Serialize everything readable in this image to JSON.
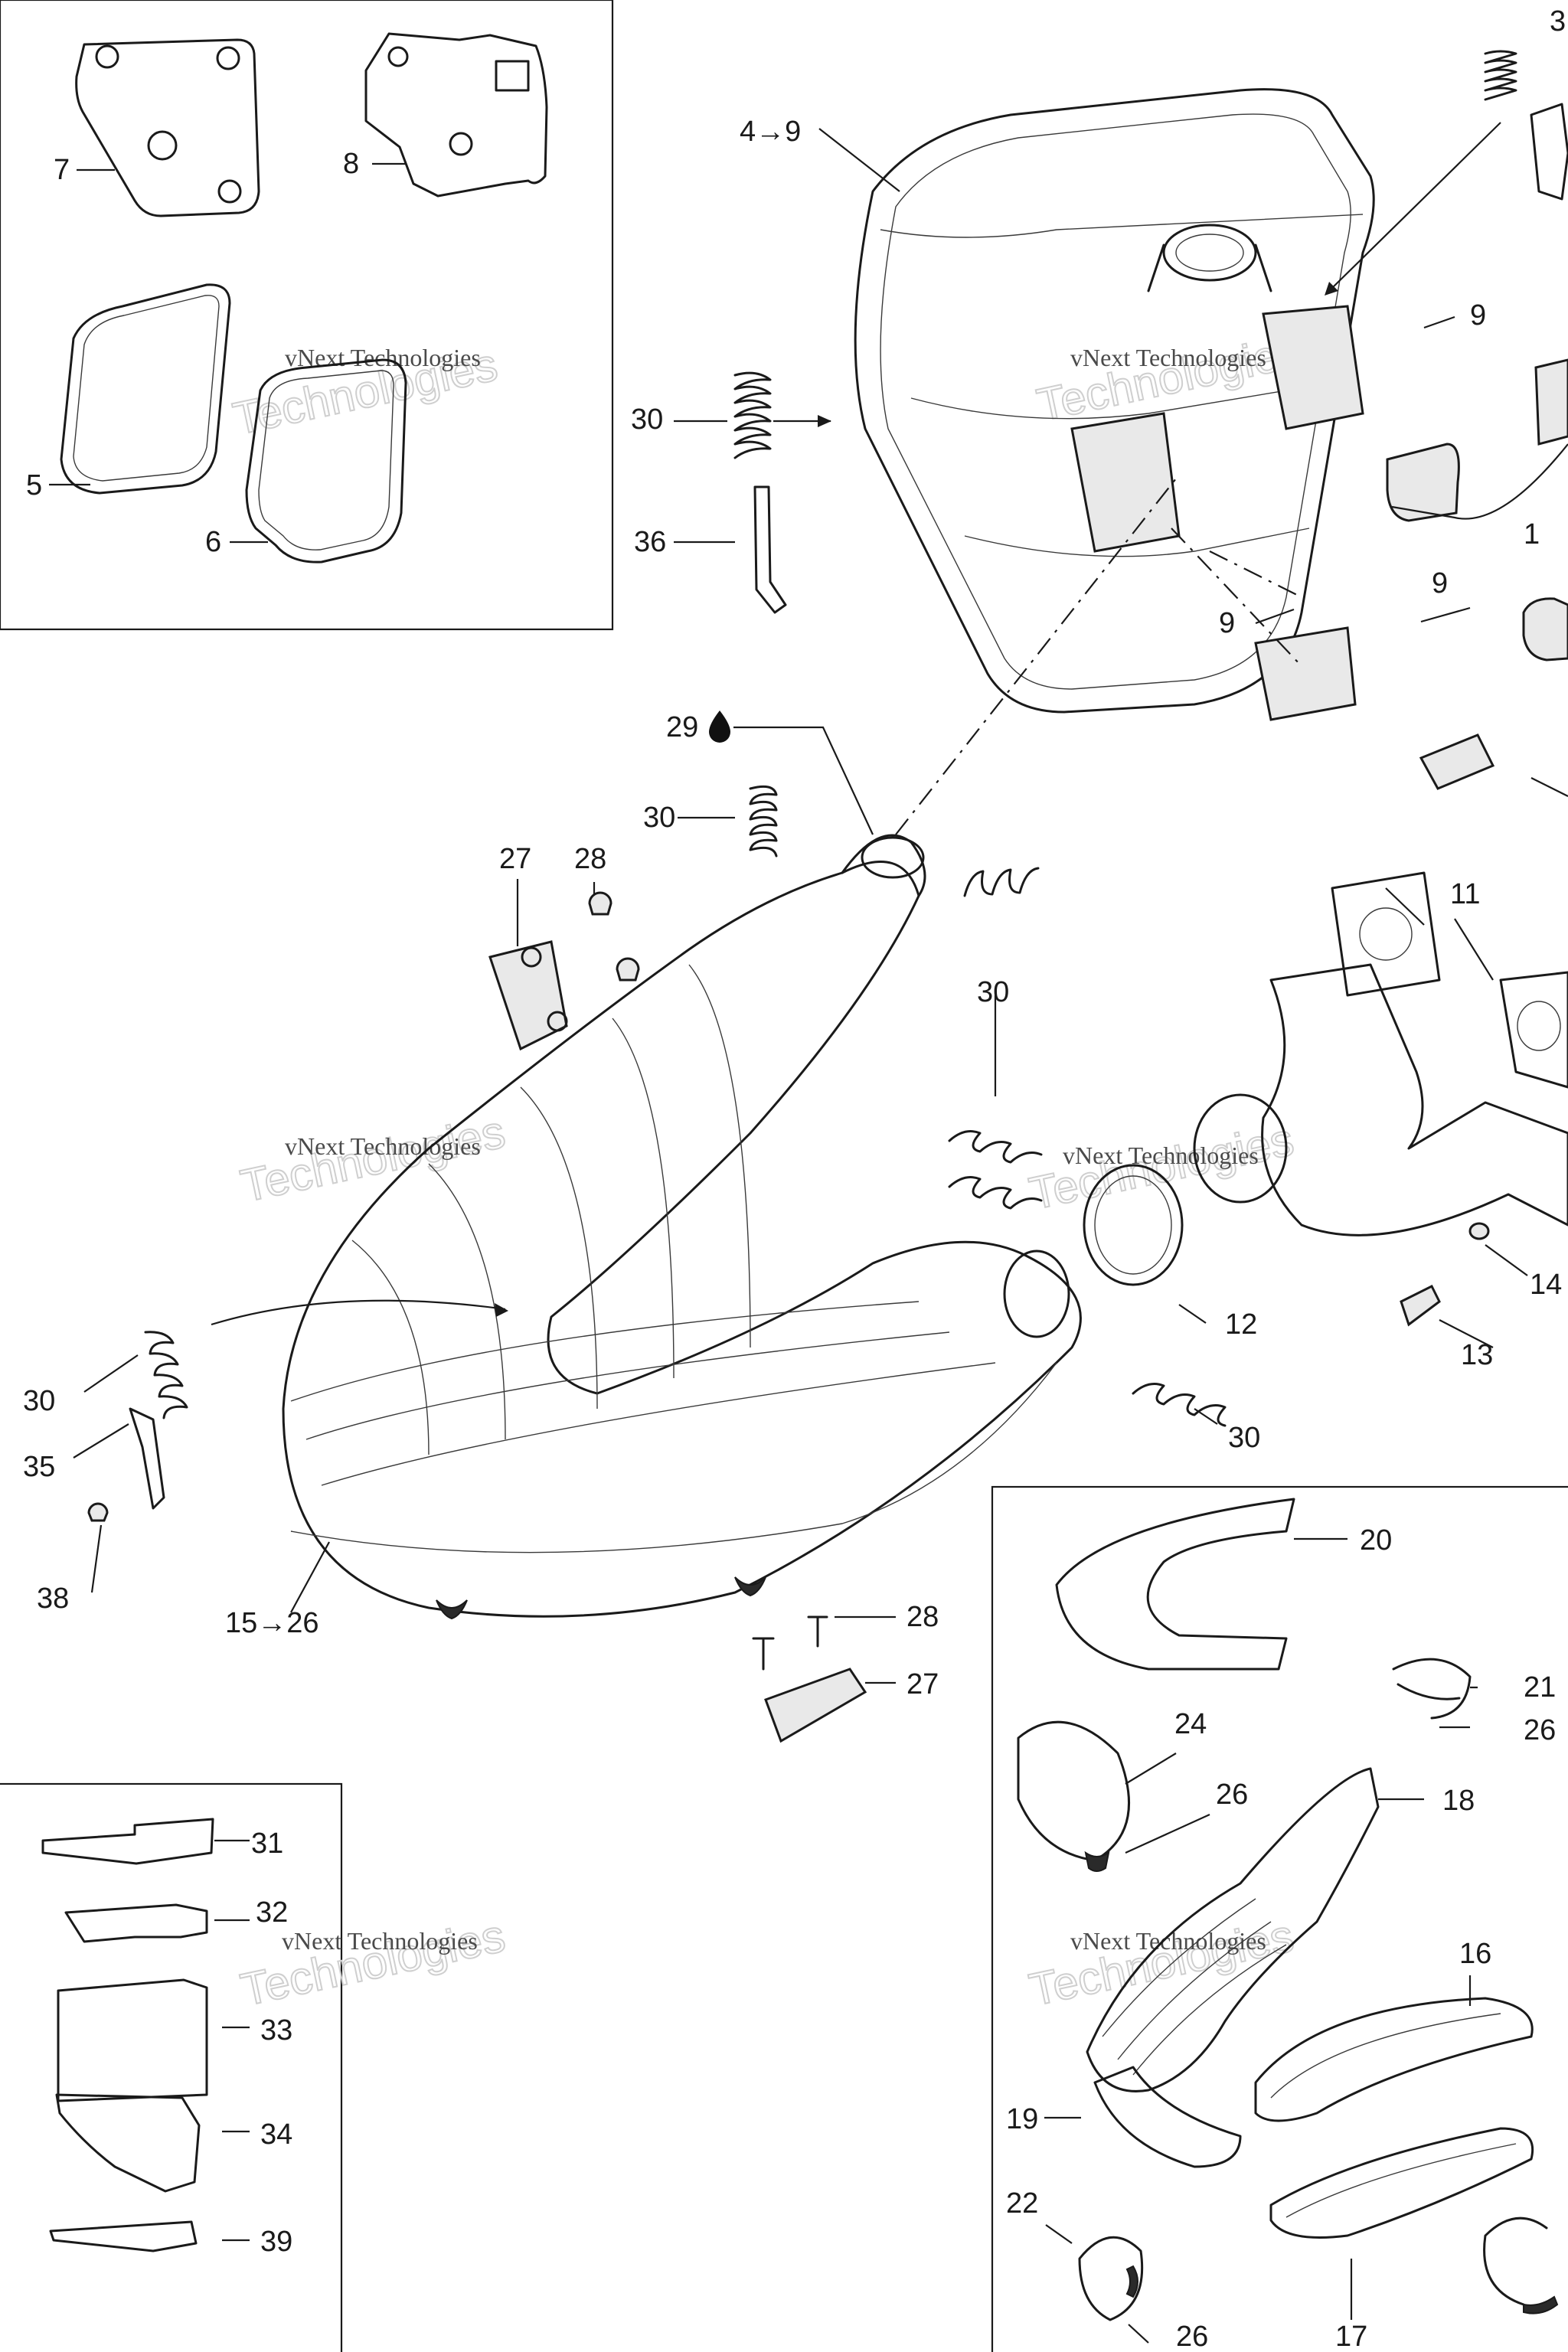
{
  "callouts": {
    "c1": "1",
    "c3": "3",
    "c4to9": "4→9",
    "c5": "5",
    "c6": "6",
    "c7": "7",
    "c8": "8",
    "c9a": "9",
    "c9b": "9",
    "c9c": "9",
    "c11": "11",
    "c12": "12",
    "c13": "13",
    "c14": "14",
    "c15to26": "15→26",
    "c16": "16",
    "c17": "17",
    "c18": "18",
    "c19": "19",
    "c20": "20",
    "c21": "21",
    "c22": "22",
    "c24": "24",
    "c26a": "26",
    "c26b": "26",
    "c26c": "26",
    "c27a": "27",
    "c27b": "27",
    "c28a": "28",
    "c28b": "28",
    "c29": "29",
    "c30a": "30",
    "c30b": "30",
    "c30c": "30",
    "c30d": "30",
    "c30e": "30",
    "c31": "31",
    "c32": "32",
    "c33": "33",
    "c34": "34",
    "c35": "35",
    "c36": "36",
    "c38": "38",
    "c39": "39"
  },
  "watermark": {
    "line1": "vNext Technologies",
    "line2": "Technologies"
  }
}
